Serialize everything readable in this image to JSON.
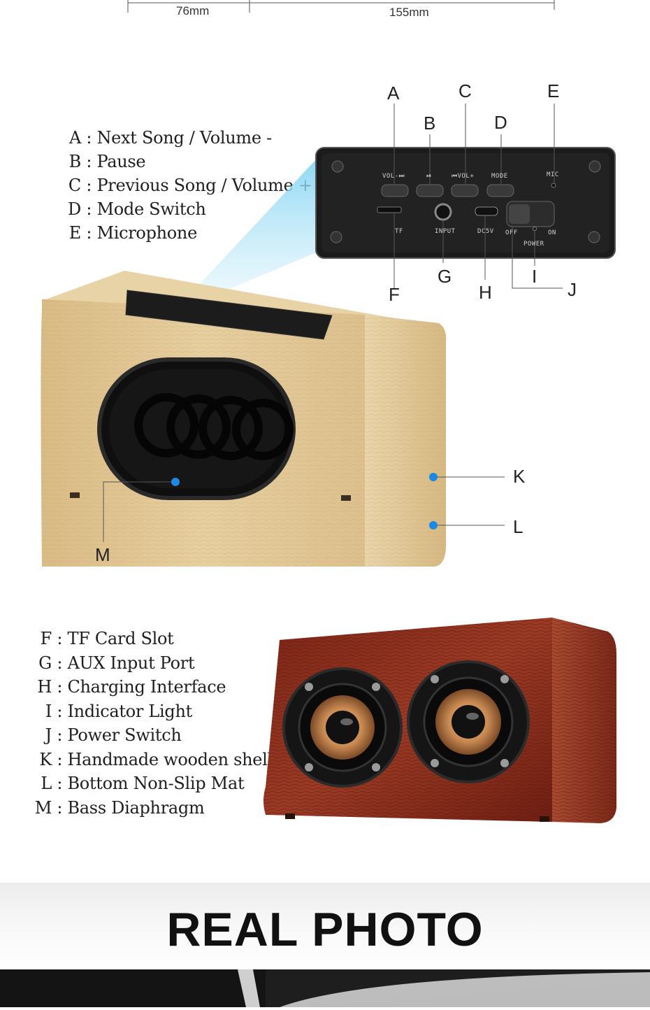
{
  "dimensions": {
    "depth": "76mm",
    "width": "155mm"
  },
  "legend_top": [
    {
      "key": "A",
      "text": "Next Song / Volume -"
    },
    {
      "key": "B",
      "text": "Pause"
    },
    {
      "key": "C",
      "text": "Previous Song / Volume +"
    },
    {
      "key": "D",
      "text": "Mode Switch"
    },
    {
      "key": "E",
      "text": "Microphone"
    }
  ],
  "legend_bottom": [
    {
      "key": "F",
      "text": "TF Card Slot"
    },
    {
      "key": "G",
      "text": "AUX Input Port"
    },
    {
      "key": "H",
      "text": "Charging Interface"
    },
    {
      "key": "I",
      "text": "Indicator Light"
    },
    {
      "key": "J",
      "text": "Power Switch"
    },
    {
      "key": "K",
      "text": "Handmade wooden shell"
    },
    {
      "key": "L",
      "text": "Bottom Non-Slip Mat"
    },
    {
      "key": "M",
      "text": "Bass Diaphragm"
    }
  ],
  "callouts": {
    "A": "A",
    "B": "B",
    "C": "C",
    "D": "D",
    "E": "E",
    "F": "F",
    "G": "G",
    "H": "H",
    "I": "I",
    "J": "J",
    "K": "K",
    "L": "L",
    "M": "M"
  },
  "panel_labels": {
    "vol_next": "VOL-⏭",
    "pause": "⏯",
    "prev_vol": "⏮VOL+",
    "mode": "MODE",
    "mic": "MIC",
    "tf": "TF",
    "input": "INPUT",
    "dc5v": "DC5V",
    "off": "OFF",
    "on": "ON",
    "power": "POWER"
  },
  "banner": {
    "title": "REAL PHOTO"
  },
  "colors": {
    "light_wood": "#e2c796",
    "dark_wood": "#8a2a1c",
    "callout_dot": "#1e88e5",
    "panel": "#1b1b1b"
  }
}
